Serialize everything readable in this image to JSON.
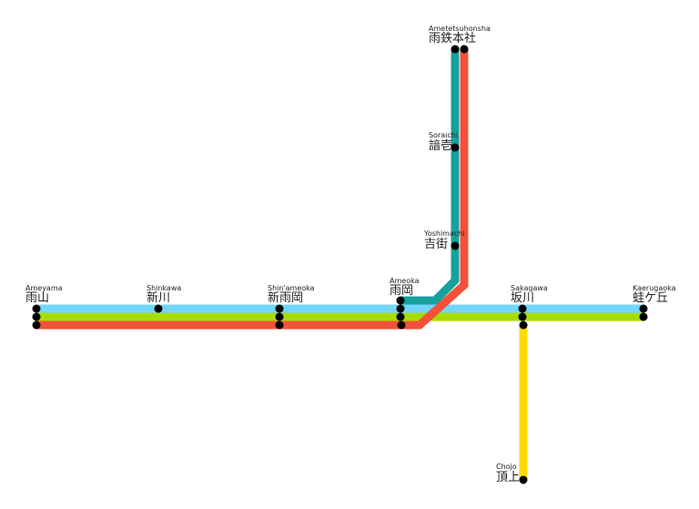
{
  "lines": {
    "light_blue": {
      "color": "#72d6fb"
    },
    "green": {
      "color": "#a8dc00"
    },
    "red": {
      "color": "#f4513a"
    },
    "teal": {
      "color": "#17a19c"
    },
    "yellow": {
      "color": "#ffdb00"
    }
  },
  "stations": {
    "ametetsuhonsha": {
      "romaji": "Ametetsuhonsha",
      "kanji": "雨鉄本社"
    },
    "soraichi": {
      "romaji": "Soraichi",
      "kanji": "諳壱"
    },
    "yoshimachi": {
      "romaji": "Yoshimachi",
      "kanji": "吉街"
    },
    "ameyama": {
      "romaji": "Ameyama",
      "kanji": "雨山"
    },
    "shinkawa": {
      "romaji": "Shinkawa",
      "kanji": "新川"
    },
    "shinameoka": {
      "romaji": "Shin'ameoka",
      "kanji": "新雨岡"
    },
    "ameoka": {
      "romaji": "Ameoka",
      "kanji": "雨岡"
    },
    "sakagawa": {
      "romaji": "Sakagawa",
      "kanji": "坂川"
    },
    "kaerugaoka": {
      "romaji": "Kaerugaoka",
      "kanji": "蛙ケ丘"
    },
    "chojo": {
      "romaji": "Chojo",
      "kanji": "頂上"
    }
  }
}
